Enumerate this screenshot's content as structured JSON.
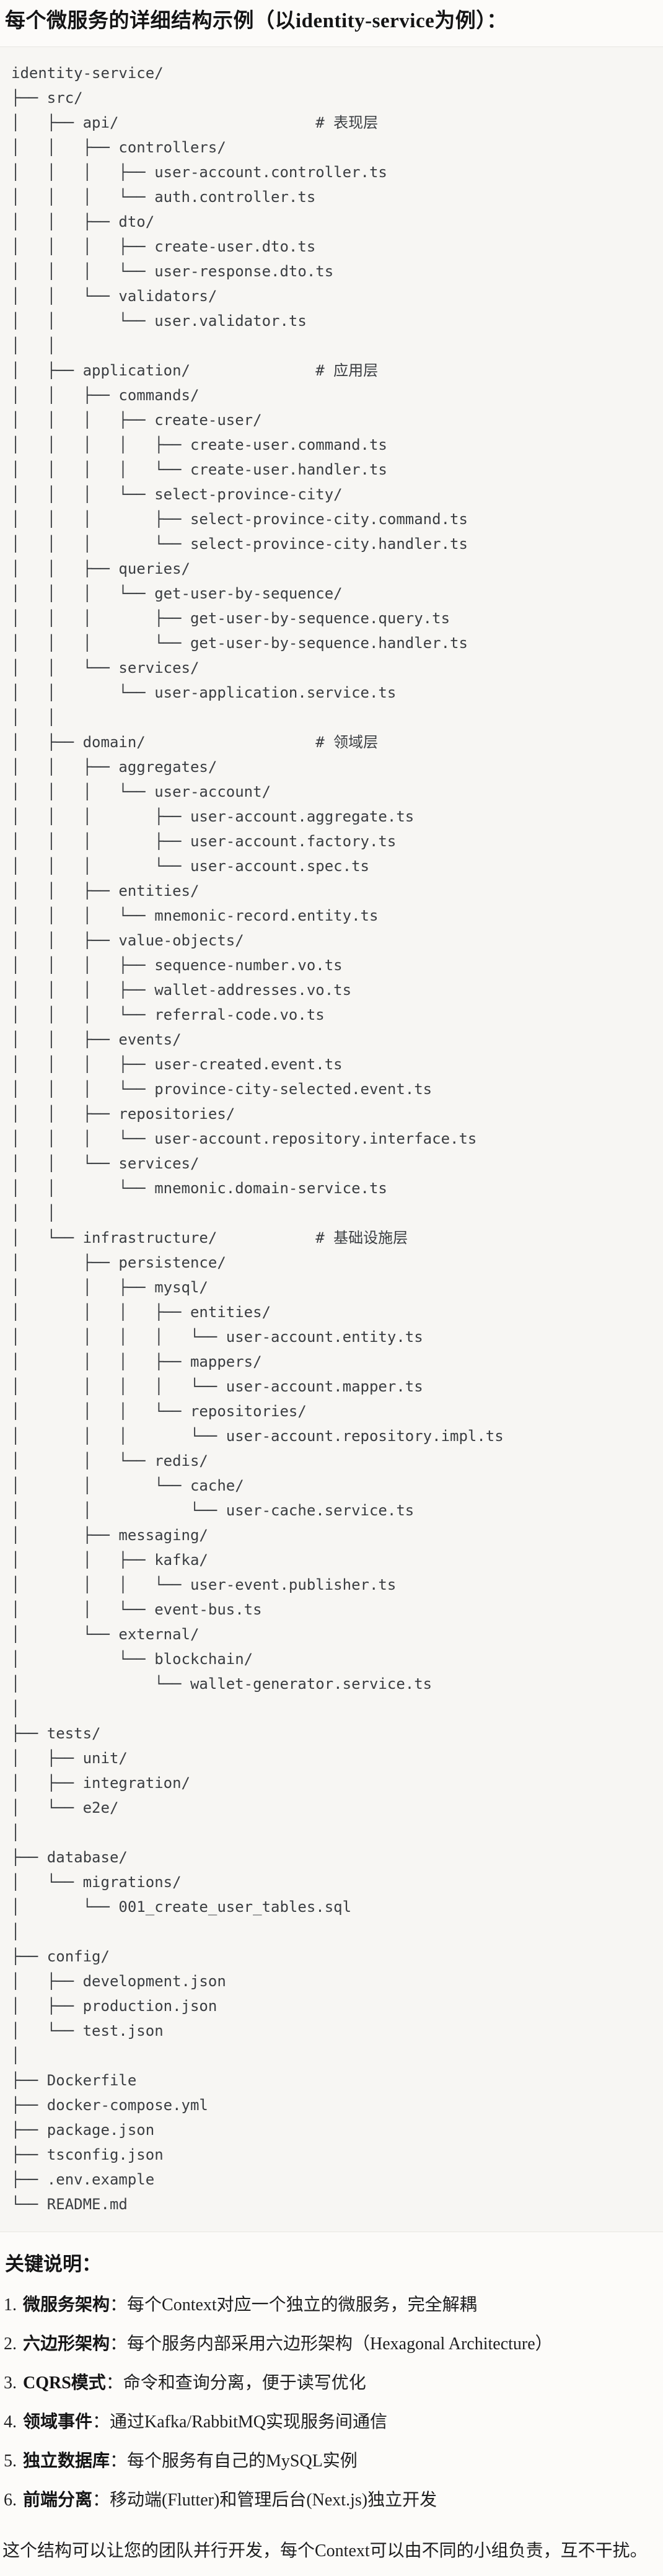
{
  "header": {
    "title": "每个微服务的详细结构示例（以identity-service为例）："
  },
  "tree": {
    "lines": [
      "identity-service/",
      "├── src/",
      "│   ├── api/                      # 表现层",
      "│   │   ├── controllers/",
      "│   │   │   ├── user-account.controller.ts",
      "│   │   │   └── auth.controller.ts",
      "│   │   ├── dto/",
      "│   │   │   ├── create-user.dto.ts",
      "│   │   │   └── user-response.dto.ts",
      "│   │   └── validators/",
      "│   │       └── user.validator.ts",
      "│   │",
      "│   ├── application/              # 应用层",
      "│   │   ├── commands/",
      "│   │   │   ├── create-user/",
      "│   │   │   │   ├── create-user.command.ts",
      "│   │   │   │   └── create-user.handler.ts",
      "│   │   │   └── select-province-city/",
      "│   │   │       ├── select-province-city.command.ts",
      "│   │   │       └── select-province-city.handler.ts",
      "│   │   ├── queries/",
      "│   │   │   └── get-user-by-sequence/",
      "│   │   │       ├── get-user-by-sequence.query.ts",
      "│   │   │       └── get-user-by-sequence.handler.ts",
      "│   │   └── services/",
      "│   │       └── user-application.service.ts",
      "│   │",
      "│   ├── domain/                   # 领域层",
      "│   │   ├── aggregates/",
      "│   │   │   └── user-account/",
      "│   │   │       ├── user-account.aggregate.ts",
      "│   │   │       ├── user-account.factory.ts",
      "│   │   │       └── user-account.spec.ts",
      "│   │   ├── entities/",
      "│   │   │   └── mnemonic-record.entity.ts",
      "│   │   ├── value-objects/",
      "│   │   │   ├── sequence-number.vo.ts",
      "│   │   │   ├── wallet-addresses.vo.ts",
      "│   │   │   └── referral-code.vo.ts",
      "│   │   ├── events/",
      "│   │   │   ├── user-created.event.ts",
      "│   │   │   └── province-city-selected.event.ts",
      "│   │   ├── repositories/",
      "│   │   │   └── user-account.repository.interface.ts",
      "│   │   └── services/",
      "│   │       └── mnemonic.domain-service.ts",
      "│   │",
      "│   └── infrastructure/           # 基础设施层",
      "│       ├── persistence/",
      "│       │   ├── mysql/",
      "│       │   │   ├── entities/",
      "│       │   │   │   └── user-account.entity.ts",
      "│       │   │   ├── mappers/",
      "│       │   │   │   └── user-account.mapper.ts",
      "│       │   │   └── repositories/",
      "│       │   │       └── user-account.repository.impl.ts",
      "│       │   └── redis/",
      "│       │       └── cache/",
      "│       │           └── user-cache.service.ts",
      "│       ├── messaging/",
      "│       │   ├── kafka/",
      "│       │   │   └── user-event.publisher.ts",
      "│       │   └── event-bus.ts",
      "│       └── external/",
      "│           └── blockchain/",
      "│               └── wallet-generator.service.ts",
      "│",
      "├── tests/",
      "│   ├── unit/",
      "│   ├── integration/",
      "│   └── e2e/",
      "│",
      "├── database/",
      "│   └── migrations/",
      "│       └── 001_create_user_tables.sql",
      "│",
      "├── config/",
      "│   ├── development.json",
      "│   ├── production.json",
      "│   └── test.json",
      "│",
      "├── Dockerfile",
      "├── docker-compose.yml",
      "├── package.json",
      "├── tsconfig.json",
      "├── .env.example",
      "└── README.md"
    ]
  },
  "notes": {
    "heading": "关键说明：",
    "items": [
      {
        "num": "1.",
        "term": "微服务架构",
        "desc": "：每个Context对应一个独立的微服务，完全解耦"
      },
      {
        "num": "2.",
        "term": "六边形架构",
        "desc": "：每个服务内部采用六边形架构（Hexagonal Architecture）"
      },
      {
        "num": "3.",
        "term": "CQRS模式",
        "desc": "：命令和查询分离，便于读写优化"
      },
      {
        "num": "4.",
        "term": "领域事件",
        "desc": "：通过Kafka/RabbitMQ实现服务间通信"
      },
      {
        "num": "5.",
        "term": "独立数据库",
        "desc": "：每个服务有自己的MySQL实例"
      },
      {
        "num": "6.",
        "term": "前端分离",
        "desc": "：移动端(Flutter)和管理后台(Next.js)独立开发"
      }
    ],
    "footer": "这个结构可以让您的团队并行开发，每个Context可以由不同的小组负责，互不干扰。"
  }
}
